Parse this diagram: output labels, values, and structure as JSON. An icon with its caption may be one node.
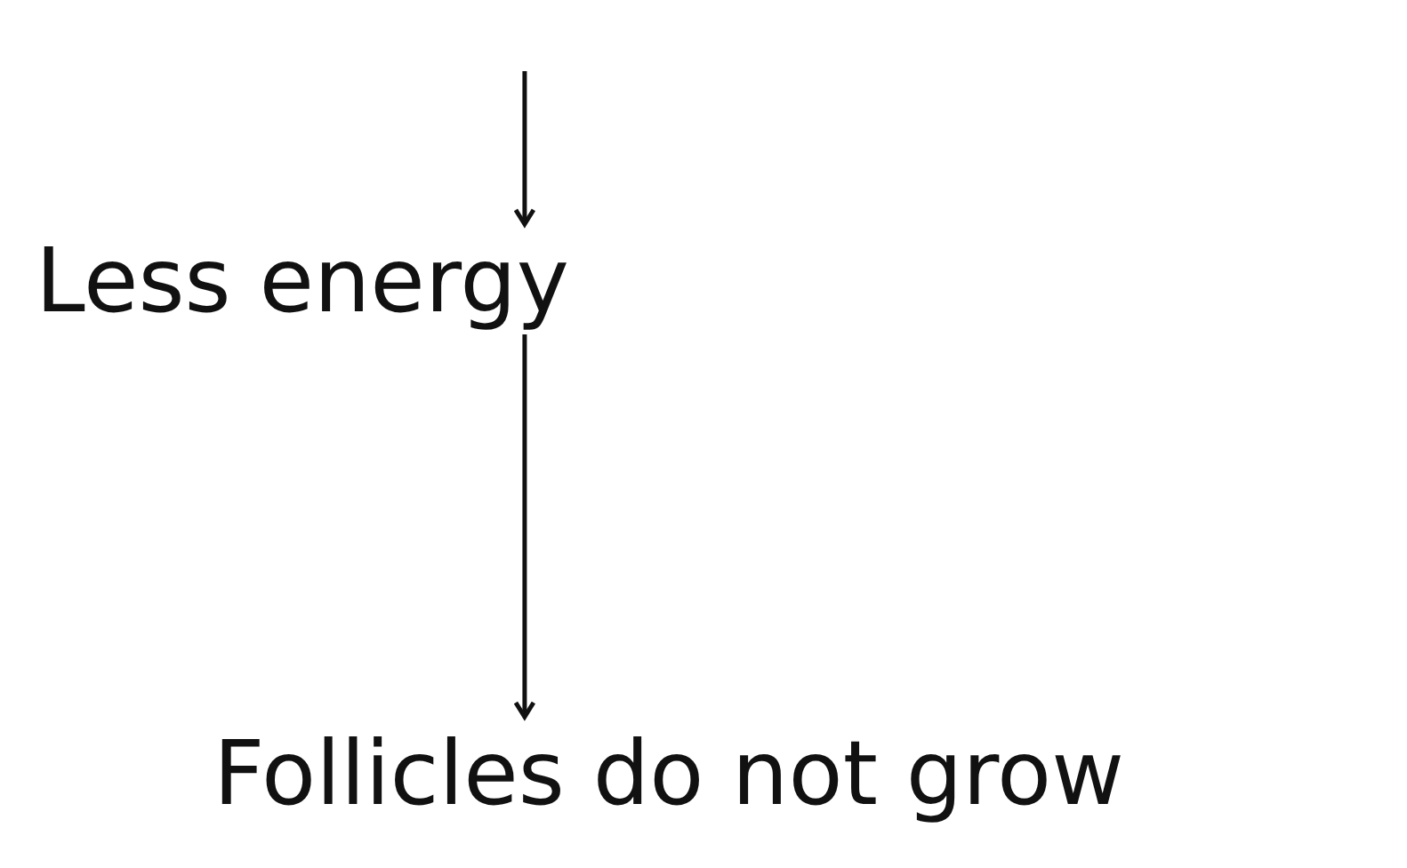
{
  "diagram": {
    "nodes": [
      {
        "text": [
          "Less energy"
        ]
      },
      {
        "text": [
          "Follicles do not grow"
        ]
      }
    ],
    "edges": [
      {
        "from": null,
        "to": 0,
        "arrow": "to"
      },
      {
        "from": 0,
        "to": 1,
        "arrow": "to"
      }
    ]
  }
}
